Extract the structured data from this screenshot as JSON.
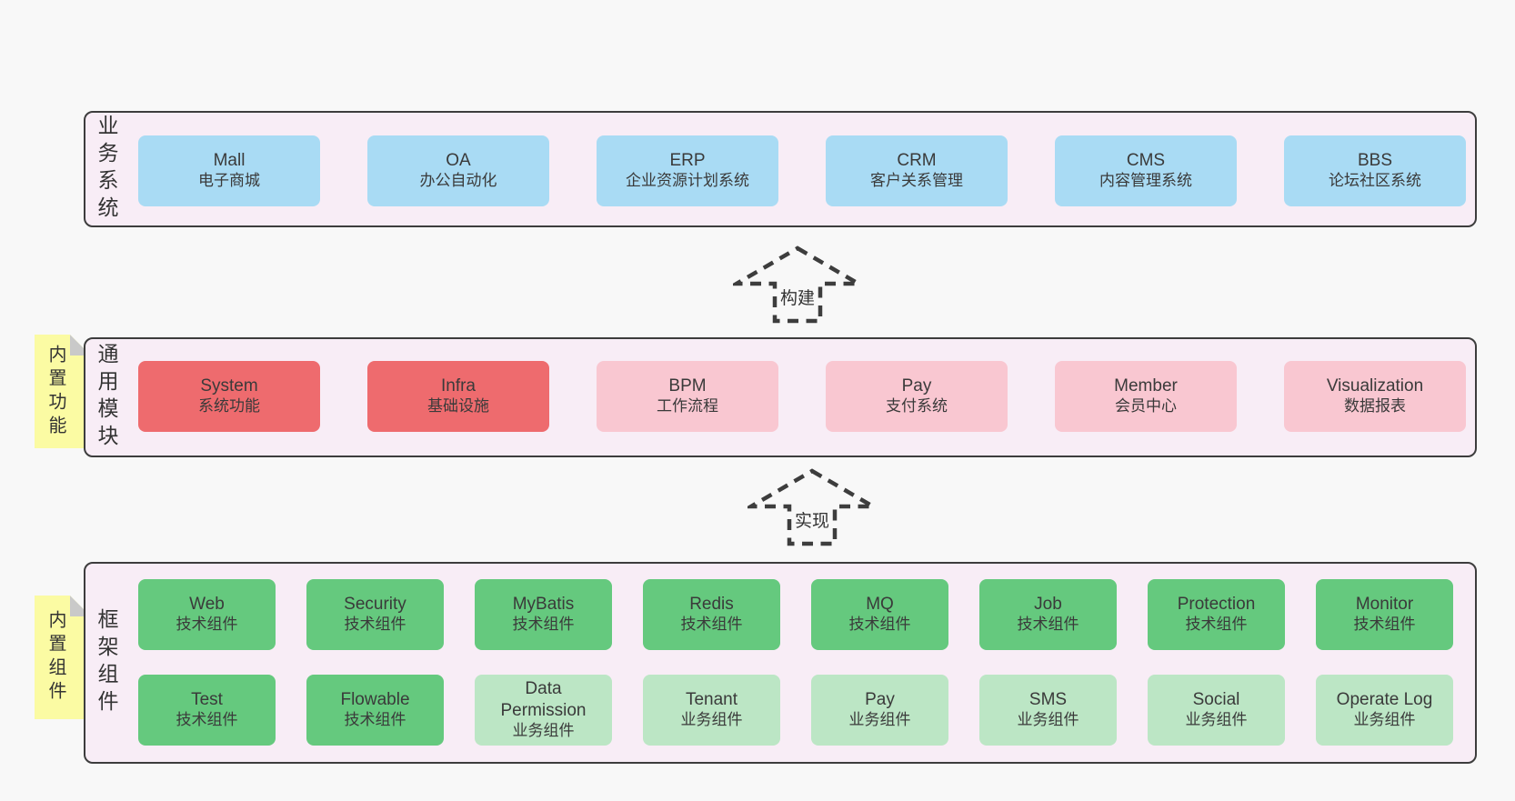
{
  "business": {
    "label": "业务系统",
    "boxes": [
      {
        "name": "Mall",
        "desc": "电子商城"
      },
      {
        "name": "OA",
        "desc": "办公自动化"
      },
      {
        "name": "ERP",
        "desc": "企业资源计划系统"
      },
      {
        "name": "CRM",
        "desc": "客户关系管理"
      },
      {
        "name": "CMS",
        "desc": "内容管理系统"
      },
      {
        "name": "BBS",
        "desc": "论坛社区系统"
      }
    ]
  },
  "arrow_build": {
    "label": "构建"
  },
  "modules": {
    "label": "通用模块",
    "note": "内置功能",
    "boxes": [
      {
        "name": "System",
        "desc": "系统功能"
      },
      {
        "name": "Infra",
        "desc": "基础设施"
      },
      {
        "name": "BPM",
        "desc": "工作流程"
      },
      {
        "name": "Pay",
        "desc": "支付系统"
      },
      {
        "name": "Member",
        "desc": "会员中心"
      },
      {
        "name": "Visualization",
        "desc": "数据报表"
      }
    ]
  },
  "arrow_implement": {
    "label": "实现"
  },
  "framework": {
    "label": "框架组件",
    "note": "内置组件",
    "row1": [
      {
        "name": "Web",
        "desc": "技术组件"
      },
      {
        "name": "Security",
        "desc": "技术组件"
      },
      {
        "name": "MyBatis",
        "desc": "技术组件"
      },
      {
        "name": "Redis",
        "desc": "技术组件"
      },
      {
        "name": "MQ",
        "desc": "技术组件"
      },
      {
        "name": "Job",
        "desc": "技术组件"
      },
      {
        "name": "Protection",
        "desc": "技术组件"
      },
      {
        "name": "Monitor",
        "desc": "技术组件"
      }
    ],
    "row2": [
      {
        "name": "Test",
        "desc": "技术组件"
      },
      {
        "name": "Flowable",
        "desc": "技术组件"
      },
      {
        "name": "Data Permission",
        "desc": "业务组件"
      },
      {
        "name": "Tenant",
        "desc": "业务组件"
      },
      {
        "name": "Pay",
        "desc": "业务组件"
      },
      {
        "name": "SMS",
        "desc": "业务组件"
      },
      {
        "name": "Social",
        "desc": "业务组件"
      },
      {
        "name": "Operate Log",
        "desc": "业务组件"
      }
    ]
  },
  "colors": {
    "page_bg": "#f8f8f8",
    "panel_bg": "#f8edf6",
    "panel_border": "#3d3d3d",
    "blue_box": "#a9dbf4",
    "red_box": "#ee6b6e",
    "pink_box": "#f9c7d1",
    "green_box": "#65c97e",
    "green_light_box": "#bce6c5",
    "sticky_note": "#fbfba3",
    "note_fold": "#c9c9c9",
    "text": "#3a3a3a"
  }
}
